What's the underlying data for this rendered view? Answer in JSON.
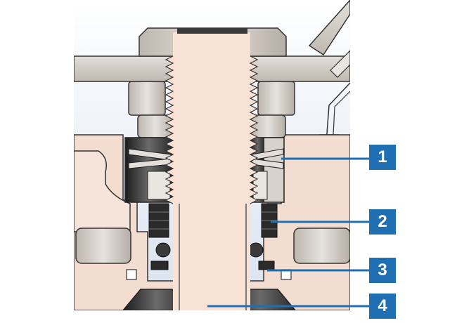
{
  "diagram": {
    "callouts": [
      {
        "label": "1"
      },
      {
        "label": "2"
      },
      {
        "label": "3"
      },
      {
        "label": "4"
      }
    ]
  },
  "colors": {
    "callout": "#1f6fb2",
    "metal": "#cfc9c2",
    "body": "#f3dcd0",
    "stem": "#f8e2d6",
    "dark_insert": "#3a3a3a",
    "background_gradient_top": "#ffffff",
    "background_gradient_bottom": "#dbe3f0"
  }
}
